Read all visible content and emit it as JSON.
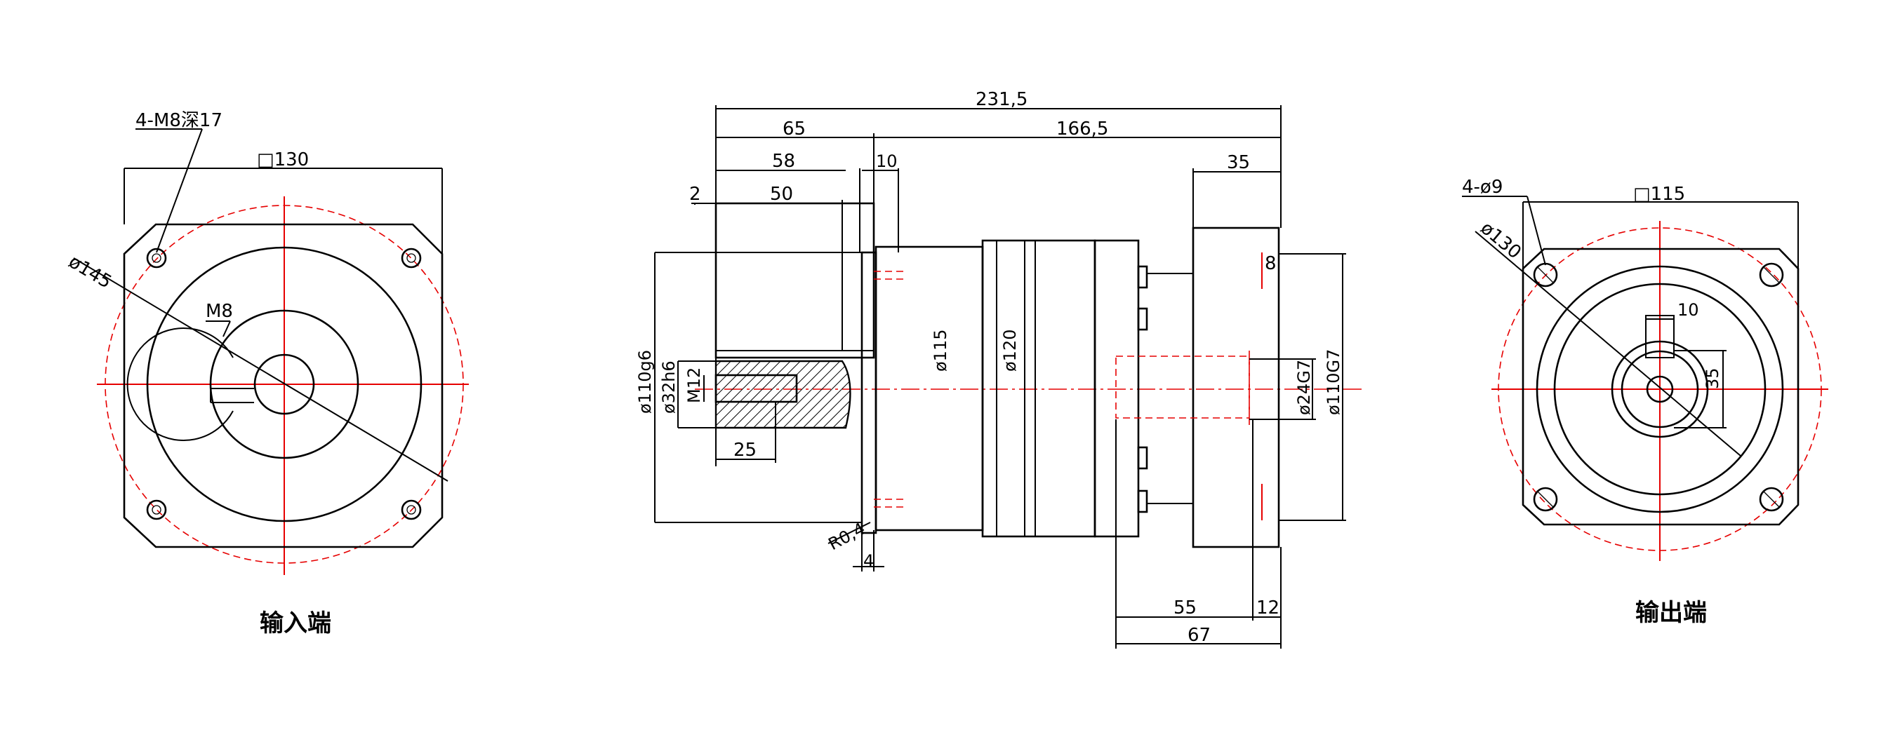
{
  "input_view": {
    "caption": "输入端",
    "holes_label": "4-M8深17",
    "square_label": "□130",
    "circle_label": "ø145",
    "key_label": "M8"
  },
  "side_view": {
    "overall_length": "231,5",
    "len_65": "65",
    "len_166": "166,5",
    "len_58": "58",
    "len_50": "50",
    "len_10": "10",
    "len_2": "2",
    "len_35": "35",
    "len_8": "8",
    "dia_110g6": "ø110g6",
    "dia_32h6": "ø32h6",
    "thread_m12": "M12",
    "len_25": "25",
    "dia_115": "ø115",
    "dia_120": "ø120",
    "dia_24g7": "ø24G7",
    "dia_110g7": "ø110G7",
    "radius": "R0,4",
    "len_4": "4",
    "len_55": "55",
    "len_12": "12",
    "len_67": "67"
  },
  "output_view": {
    "caption": "输出端",
    "holes_label": "4-ø9",
    "square_label": "□115",
    "circle_label": "ø130",
    "key_width": "10",
    "key_height": "35"
  }
}
